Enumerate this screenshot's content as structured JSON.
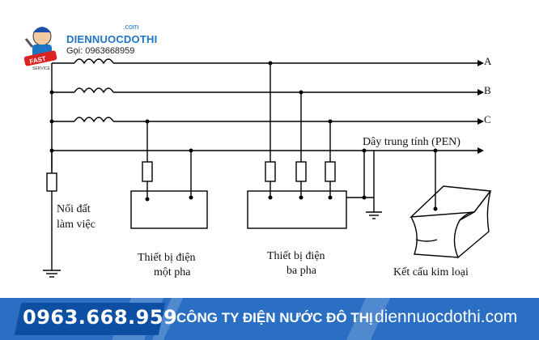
{
  "brand": {
    "com": ".com",
    "name": "DIENNUOCDOTHI",
    "phone": "Gọi: 0963668959",
    "logo_badge": "FAST",
    "logo_sub": "SERVICE",
    "accent": "#1d74c5"
  },
  "diagram": {
    "phase_a": "A",
    "phase_b": "B",
    "phase_c": "C",
    "pen_label": "Dây trung tính (PEN)",
    "ground_label_1": "Nối đất",
    "ground_label_2": "làm việc",
    "single_phase_1": "Thiết bị điện",
    "single_phase_2": "một pha",
    "three_phase_1": "Thiết bị điện",
    "three_phase_2": "ba pha",
    "metal_structure": "Kết cấu kim loại"
  },
  "footer": {
    "phone": "0963.668.959",
    "company": "CÔNG TY ĐIỆN NƯỚC ĐÔ THỊ",
    "website": "diennuocdothi.com",
    "bg_color": "#2b6fc4",
    "phone_bg": "#0c4fa3"
  }
}
